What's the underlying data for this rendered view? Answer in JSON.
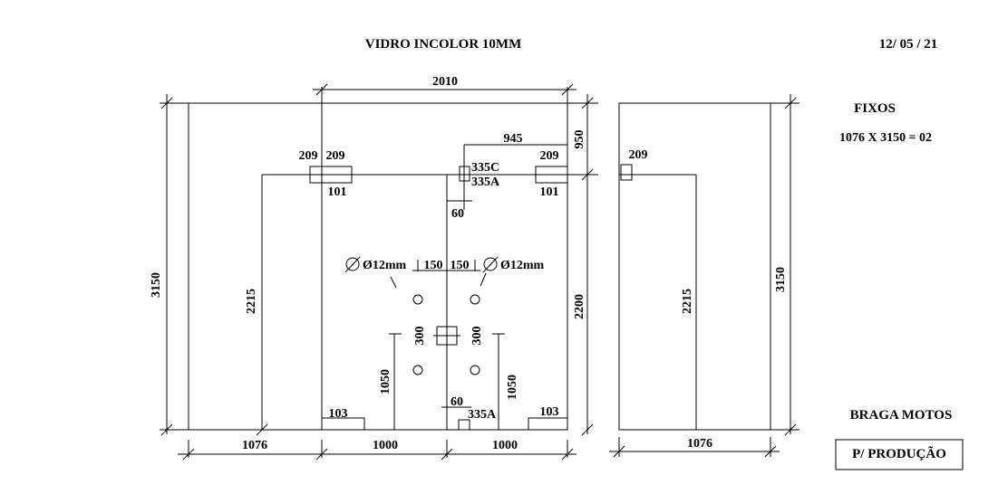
{
  "header": {
    "title": "VIDRO INCOLOR 10MM",
    "date": "12/ 05 / 21"
  },
  "info": {
    "fixos_label": "FIXOS",
    "fixos_spec": "1076 X 3150 = 02",
    "client": "BRAGA MOTOS",
    "stamp": "P/ PRODUÇÃO"
  },
  "dims": {
    "top_width": "2010",
    "total_height": "3150",
    "fixed_left_height": "2215",
    "door_right_height": "2200",
    "top_offset": "945",
    "top_right_gap": "950",
    "bottom_left": "1076",
    "bottom_mid1": "1000",
    "bottom_mid2": "1000",
    "hole_offset": "60",
    "hole_offset_bottom": "60",
    "handle_left": "150",
    "handle_right": "150",
    "handle_vert_left": "300",
    "handle_vert_right": "300",
    "handle_height_left": "1050",
    "handle_height_right": "1050",
    "hole_diameter_left": "Ø12mm",
    "hole_diameter_right": "Ø12mm"
  },
  "hardware": {
    "hinge_top_left_a": "209",
    "hinge_top_left_b": "209",
    "hinge_top_left_code": "101",
    "hinge_top_right_code_a": "209",
    "hinge_top_right_code": "101",
    "lock_top_a": "335C",
    "lock_top_b": "335A",
    "lock_bottom": "335A",
    "floor_left": "103",
    "floor_right": "103"
  },
  "side_panel": {
    "hinge": "209",
    "height": "3150",
    "inner_height": "2215",
    "width": "1076"
  }
}
